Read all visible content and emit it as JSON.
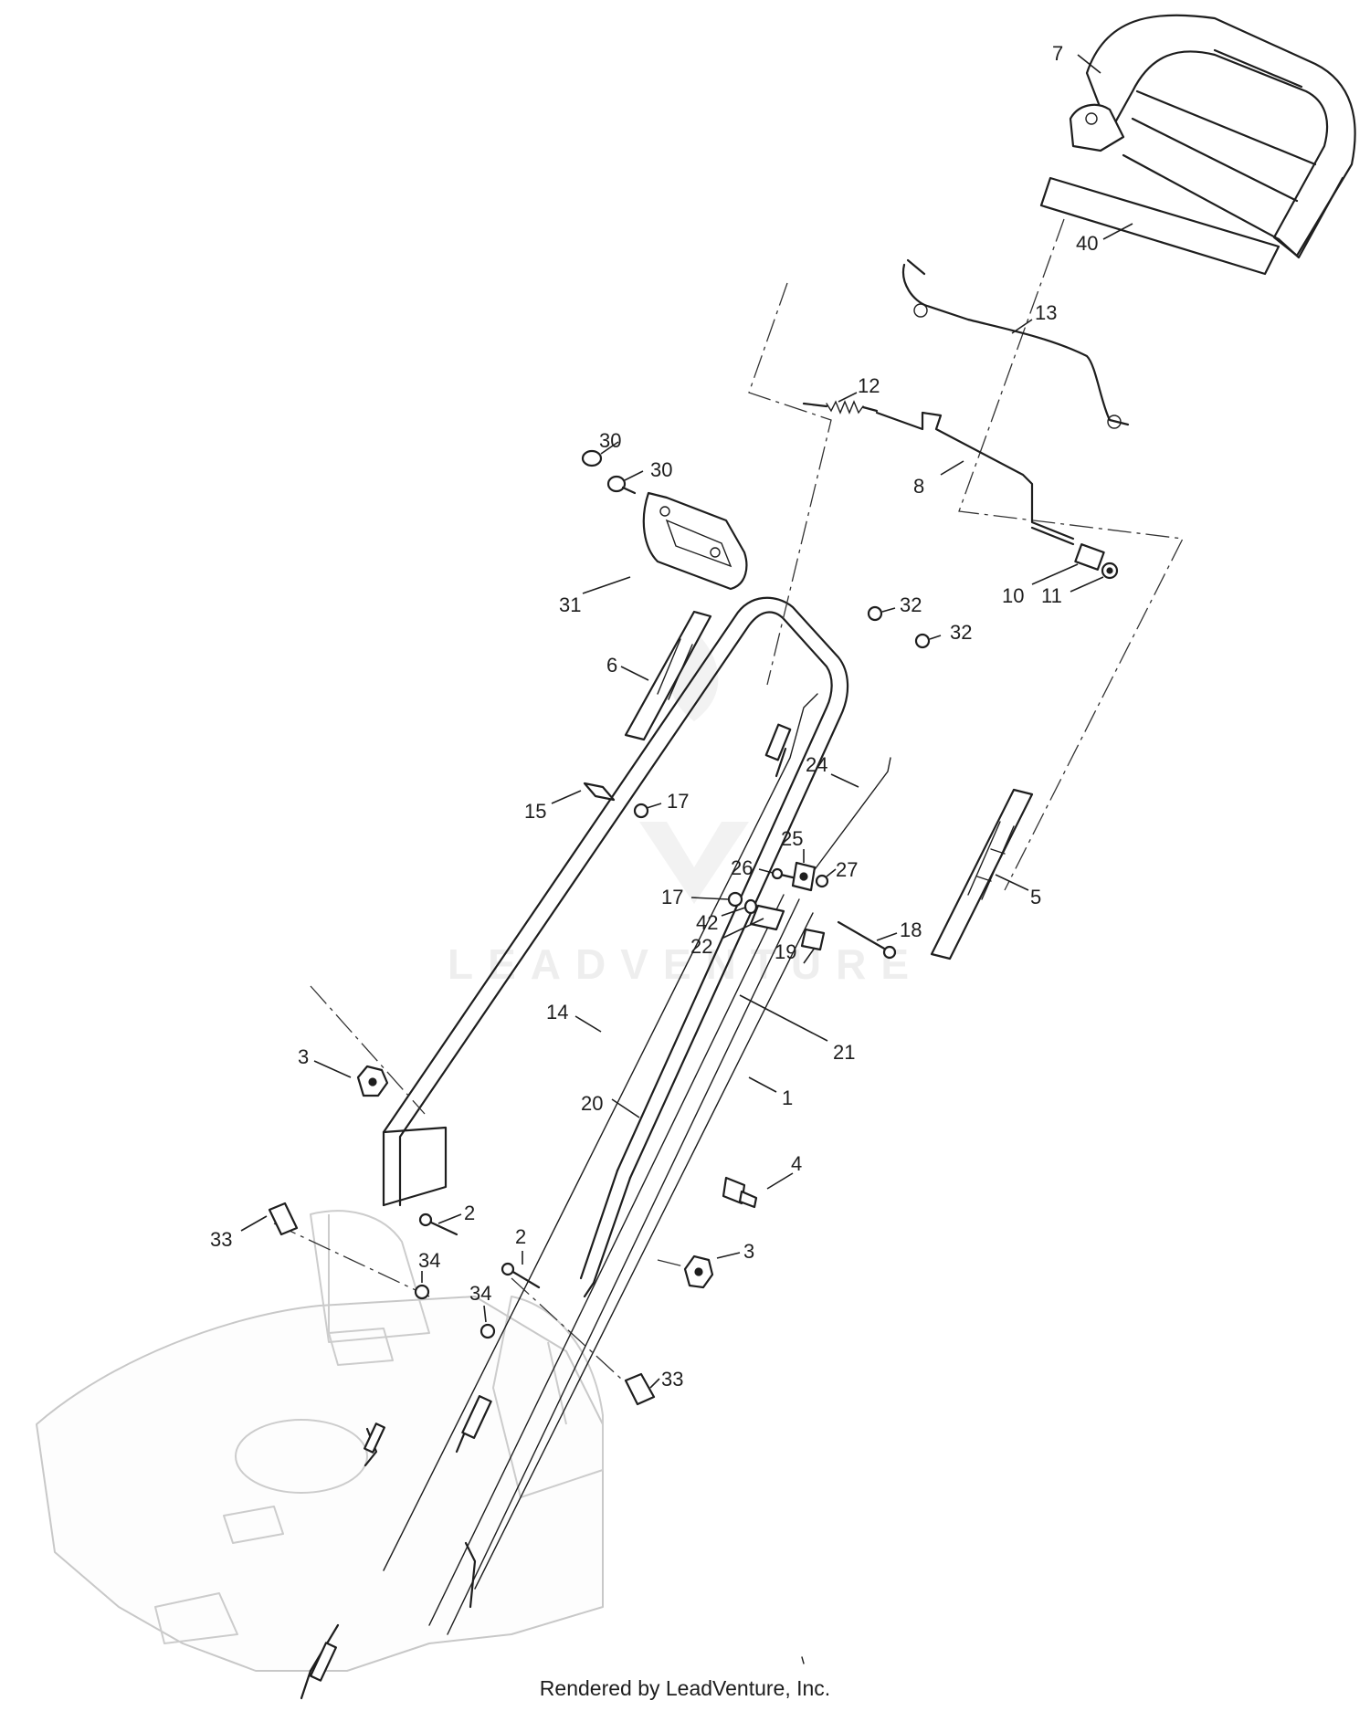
{
  "watermark": "LEADVENTURE",
  "footer": "Rendered by LeadVenture, Inc.",
  "callouts": [
    "7",
    "40",
    "13",
    "12",
    "30",
    "30",
    "8",
    "10",
    "11",
    "31",
    "32",
    "32",
    "6",
    "24",
    "15",
    "17",
    "25",
    "26",
    "27",
    "17",
    "42",
    "22",
    "5",
    "18",
    "19",
    "14",
    "21",
    "3",
    "1",
    "20",
    "4",
    "2",
    "33",
    "34",
    "2",
    "3",
    "34",
    "33"
  ]
}
